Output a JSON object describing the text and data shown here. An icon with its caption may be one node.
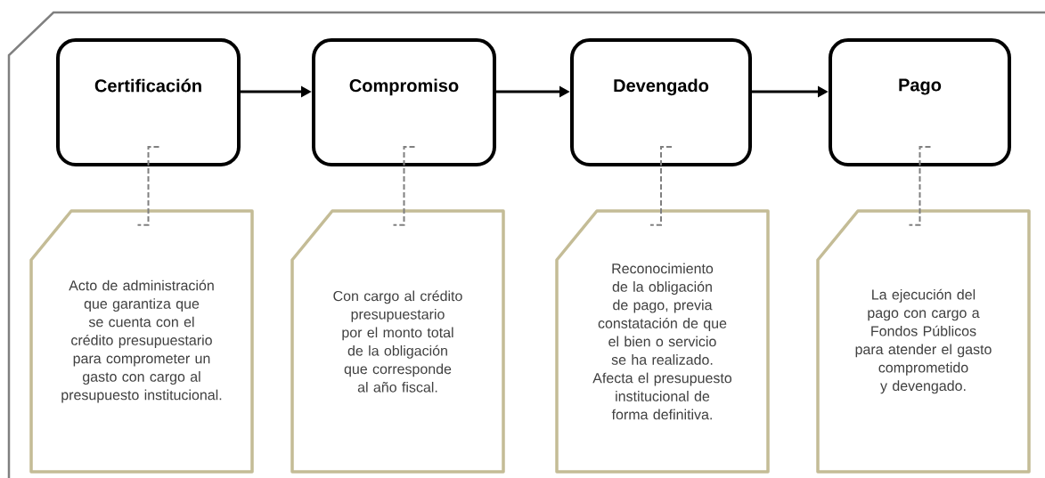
{
  "diagram": {
    "nodes": [
      {
        "text": [
          "Certificación"
        ]
      },
      {
        "text": [
          "Compromiso"
        ]
      },
      {
        "text": [
          "Devengado"
        ]
      },
      {
        "text": [
          "Pago"
        ]
      },
      {
        "text": [
          "Acto de administración que garantiza que se cuenta con el crédito presupuestario para comprometer un gasto con cargo al presupuesto institucional."
        ]
      },
      {
        "text": [
          "Con cargo al crédito presupuestario por el monto total de la obligación que corresponde al año fiscal."
        ]
      },
      {
        "text": [
          "Reconocimiento de la obligación de pago, previa constatación de que el bien o servicio se ha realizado. Afecta el presupuesto institucional de forma definitiva."
        ]
      },
      {
        "text": [
          "La ejecución del pago con cargo a Fondos Públicos para atender el gasto comprometido y devengado."
        ]
      }
    ],
    "edges": [
      {
        "from": 0,
        "to": 1,
        "arrow": "to",
        "color": "#000000"
      },
      {
        "from": 1,
        "to": 2,
        "arrow": "to",
        "color": "#000000"
      },
      {
        "from": 2,
        "to": 3,
        "arrow": "to",
        "color": "#000000"
      },
      {
        "from": 0,
        "to": 4,
        "arrow": "none",
        "style": "dashed",
        "color": "#808080"
      },
      {
        "from": 1,
        "to": 5,
        "arrow": "none",
        "style": "dashed",
        "color": "#808080"
      },
      {
        "from": 2,
        "to": 6,
        "arrow": "none",
        "style": "dashed",
        "color": "#808080"
      },
      {
        "from": 3,
        "to": 7,
        "arrow": "none",
        "style": "dashed",
        "color": "#808080"
      }
    ]
  }
}
